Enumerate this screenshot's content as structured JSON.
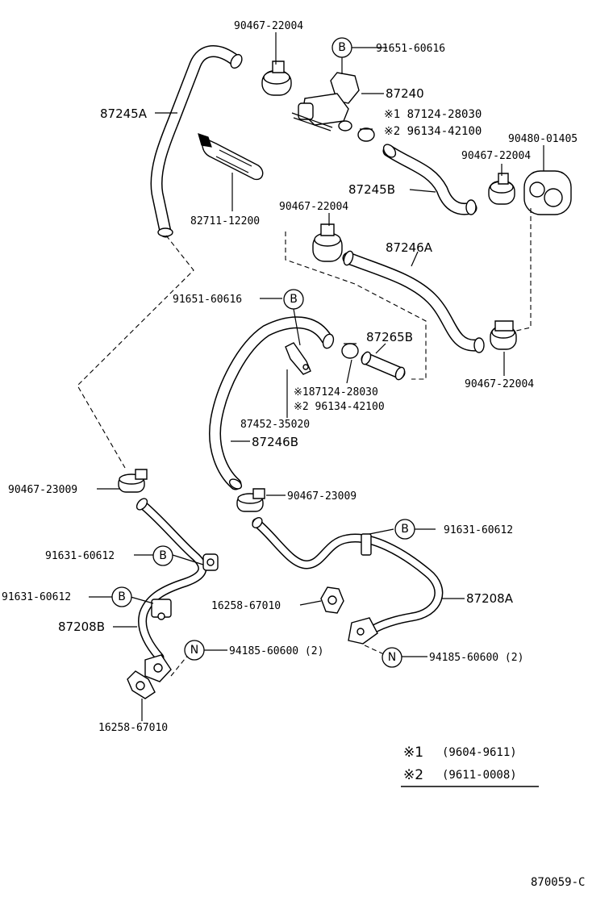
{
  "diagram_ref": "870059-C",
  "legend": {
    "note1_mark": "※1",
    "note1_range": "(9604-9611)",
    "note2_mark": "※2",
    "note2_range": "(9611-0008)"
  },
  "markers": {
    "b": "B",
    "n": "N"
  },
  "labels": {
    "p90467_22004_a": "90467-22004",
    "p91651_60616_a": "91651-60616",
    "p87240": "87240",
    "note1_87124": "※1 87124-28030",
    "note2_96134": "※2 96134-42100",
    "p87245A": "87245A",
    "p90480_01405": "90480-01405",
    "p90467_22004_b": "90467-22004",
    "p87245B": "87245B",
    "p82711_12200": "82711-12200",
    "p90467_22004_c": "90467-22004",
    "p87246A": "87246A",
    "p91651_60616_b": "91651-60616",
    "p87265B": "87265B",
    "p90467_22004_d": "90467-22004",
    "note1_187124": "※187124-28030",
    "note2_96134_b": "※2 96134-42100",
    "p87452_35020": "87452-35020",
    "p87246B": "87246B",
    "p90467_23009_a": "90467-23009",
    "p90467_23009_b": "90467-23009",
    "p91631_60612_a": "91631-60612",
    "p91631_60612_b": "91631-60612",
    "p91631_60612_c": "91631-60612",
    "p16258_67010_a": "16258-67010",
    "p87208A": "87208A",
    "p87208B": "87208B",
    "p94185_60600_a": "94185-60600 (2)",
    "p94185_60600_b": "94185-60600 (2)",
    "p16258_67010_b": "16258-67010"
  }
}
